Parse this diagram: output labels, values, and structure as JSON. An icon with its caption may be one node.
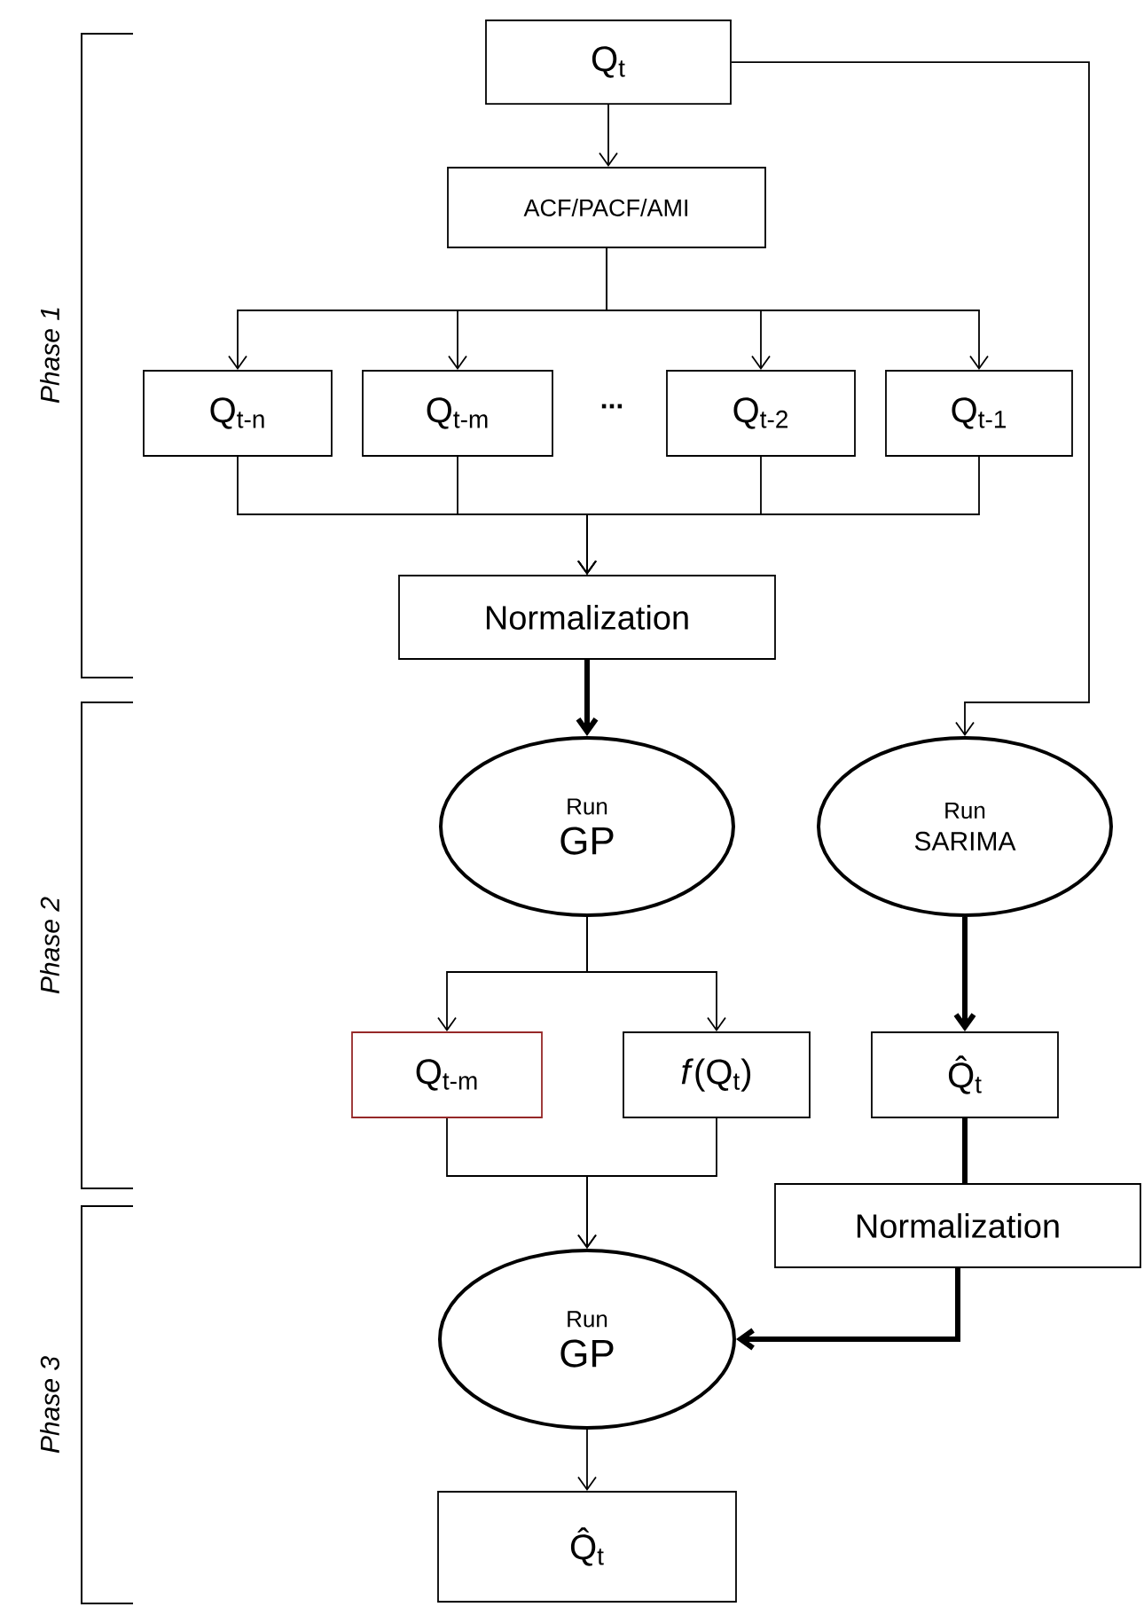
{
  "diagram": {
    "nodes": [
      {
        "text": [
          "Q$_{t}$"
        ]
      },
      {
        "text": [
          "ACF/PACF/AMI"
        ]
      },
      {
        "text": [
          "Q$_{t-n}$"
        ]
      },
      {
        "text": [
          "Q$_{t-m}$"
        ]
      },
      {
        "text": [
          "Q$_{t-2}$"
        ]
      },
      {
        "text": [
          "Q$_{t-1}$"
        ]
      },
      {
        "text": [
          "Normalization"
        ]
      },
      {
        "text": [
          "Run",
          "GP"
        ]
      },
      {
        "text": [
          "Run",
          "SARIMA"
        ]
      },
      {
        "text": [
          "Q$_{t-m}$"
        ]
      },
      {
        "text": [
          "*f*(Q$_{t}$)"
        ]
      },
      {
        "text": [
          "Q̂$_{t}$"
        ]
      },
      {
        "text": [
          "Normalization"
        ]
      },
      {
        "text": [
          "Run",
          "GP"
        ]
      },
      {
        "text": [
          "Q̂$_{t}$"
        ]
      }
    ],
    "edges": [
      {
        "from": 0,
        "to": 1,
        "arrow": "to"
      },
      {
        "from": 1,
        "to": 2,
        "arrow": "to"
      },
      {
        "from": 1,
        "to": 3,
        "arrow": "to"
      },
      {
        "from": 1,
        "to": 4,
        "arrow": "to"
      },
      {
        "from": 1,
        "to": 5,
        "arrow": "to"
      },
      {
        "from": 2,
        "to": 6,
        "arrow": "to"
      },
      {
        "from": 3,
        "to": 6,
        "arrow": "to"
      },
      {
        "from": 4,
        "to": 6,
        "arrow": "to"
      },
      {
        "from": 5,
        "to": 6,
        "arrow": "to"
      },
      {
        "from": 6,
        "to": 7,
        "arrow": "to",
        "style": "thick"
      },
      {
        "from": 0,
        "to": 8,
        "arrow": "to"
      },
      {
        "from": 7,
        "to": 9,
        "arrow": "to"
      },
      {
        "from": 7,
        "to": 10,
        "arrow": "to"
      },
      {
        "from": 8,
        "to": 11,
        "arrow": "to",
        "style": "thick"
      },
      {
        "from": 9,
        "to": 13,
        "arrow": "to"
      },
      {
        "from": 10,
        "to": 13,
        "arrow": "to"
      },
      {
        "from": 11,
        "to": 12,
        "arrow": "none",
        "style": "thick"
      },
      {
        "from": 12,
        "to": 13,
        "arrow": "to",
        "style": "thick"
      },
      {
        "from": 13,
        "to": 14,
        "arrow": "to"
      }
    ],
    "labels": [
      "...",
      "Phase 1",
      "Phase 2",
      "Phase 3"
    ]
  }
}
